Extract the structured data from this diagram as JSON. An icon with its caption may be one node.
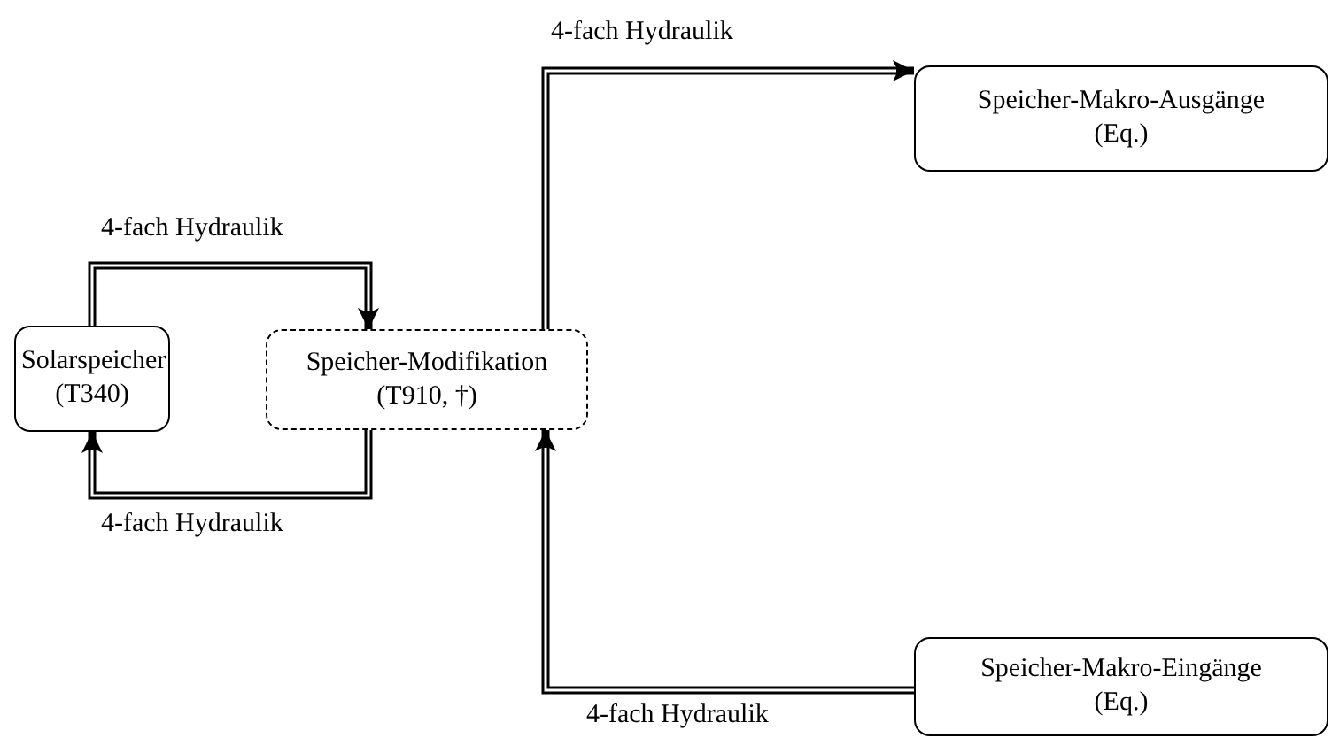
{
  "diagram": {
    "nodes": [
      {
        "text": [
          "Solarspeicher (T340)"
        ]
      },
      {
        "text": [
          "Speicher-Modifikation (T910, †)"
        ]
      },
      {
        "text": [
          "Speicher-Makro-Ausgänge (Eq.)"
        ]
      },
      {
        "text": [
          "Speicher-Makro-Eingänge (Eq.)"
        ]
      }
    ],
    "edges": [
      {
        "from": 0,
        "to": 1,
        "arrow": "to",
        "label": "4-fach Hydraulik"
      },
      {
        "from": 1,
        "to": 0,
        "arrow": "to",
        "label": "4-fach Hydraulik"
      },
      {
        "from": 1,
        "to": 2,
        "arrow": "to",
        "label": "4-fach Hydraulik"
      },
      {
        "from": 3,
        "to": 1,
        "arrow": "to",
        "label": "4-fach Hydraulik"
      }
    ]
  }
}
